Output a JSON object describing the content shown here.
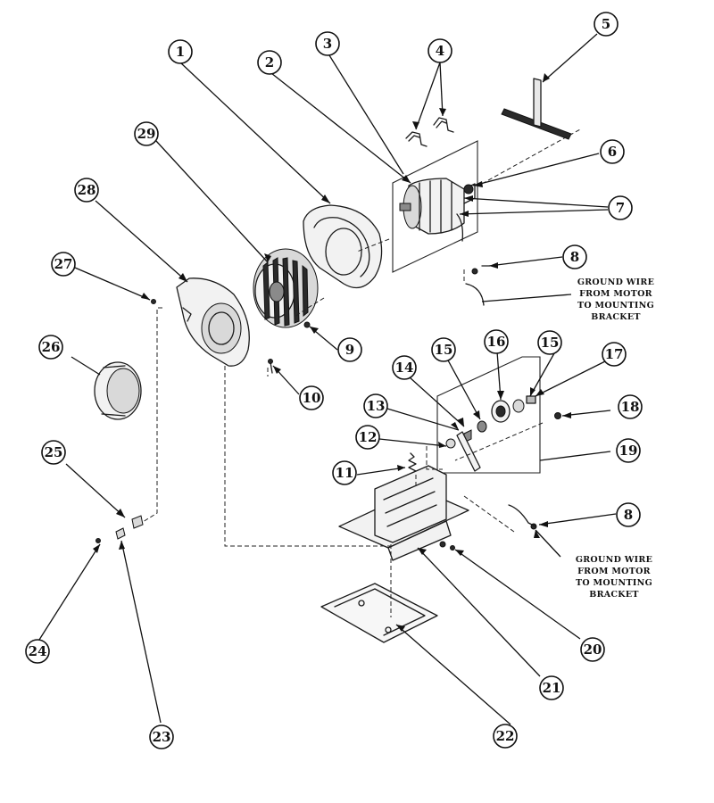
{
  "callouts": [
    "1",
    "2",
    "3",
    "4",
    "5",
    "6",
    "7",
    "8",
    "9",
    "10",
    "11",
    "12",
    "13",
    "14",
    "15",
    "16",
    "15",
    "17",
    "18",
    "19",
    "8",
    "20",
    "21",
    "22",
    "23",
    "24",
    "25",
    "26",
    "27",
    "28",
    "29"
  ],
  "notes": {
    "ground_wire_top": [
      "GROUND WIRE",
      "FROM MOTOR",
      "TO MOUNTING",
      "BRACKET"
    ],
    "ground_wire_bottom": [
      "GROUND WIRE",
      "FROM MOTOR",
      "TO MOUNTING",
      "BRACKET"
    ]
  },
  "icons": [
    "motor-icon",
    "fan-blade-icon",
    "blower-housing-icon",
    "belt-icon",
    "idler-pulley-icon",
    "mounting-bracket-icon",
    "spring-icon",
    "screw-icon",
    "seal-ring-icon"
  ]
}
